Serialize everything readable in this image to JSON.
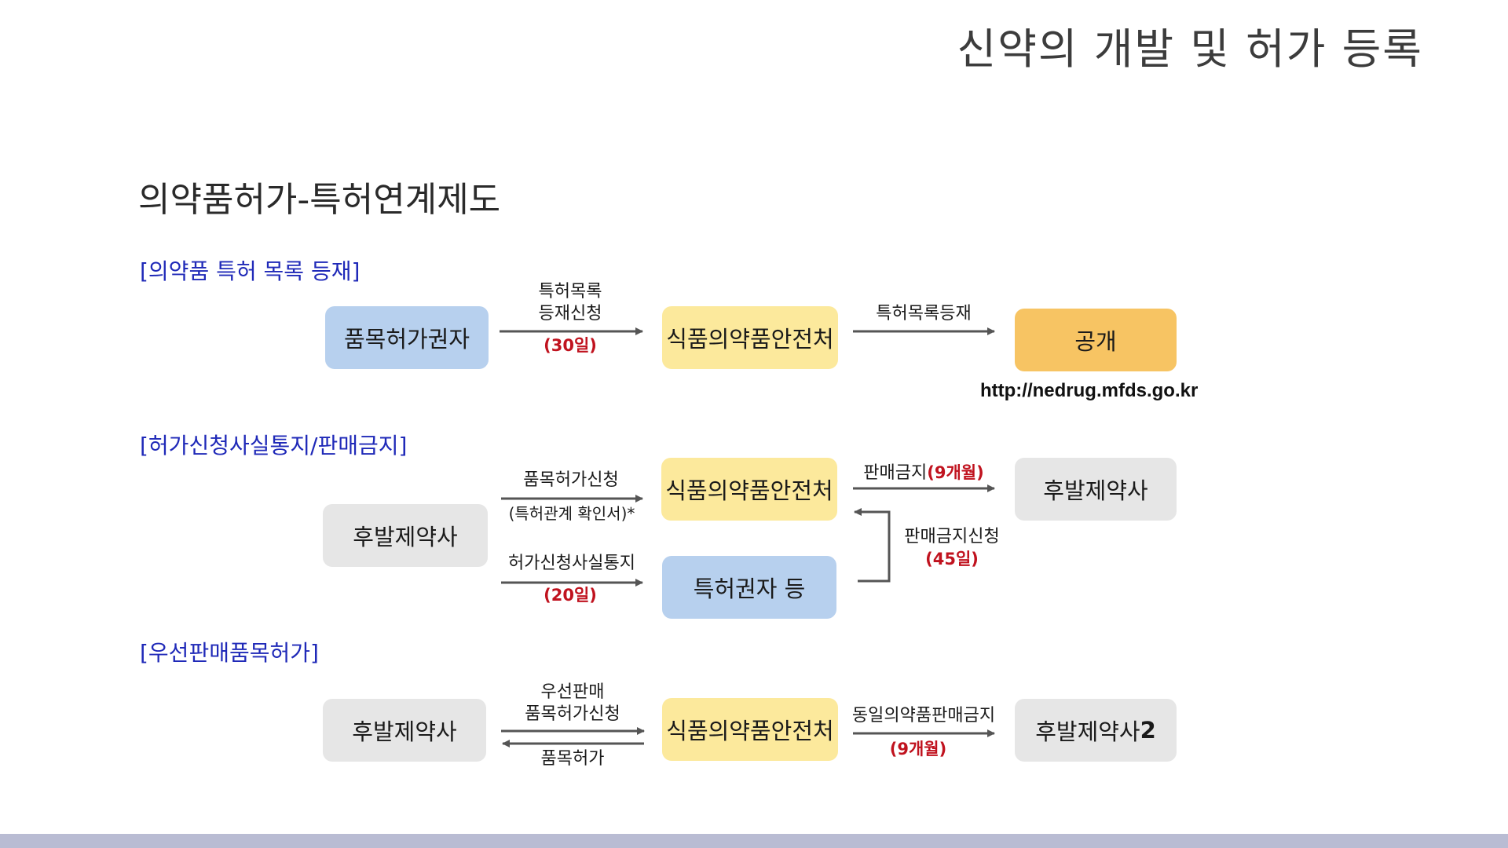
{
  "header": {
    "title": "신약의 개발 및 허가 등록"
  },
  "slide": {
    "title": "의약품허가-특허연계제도"
  },
  "section1": {
    "label": "[의약품 특허 목록 등재]",
    "box_holder": "품목허가권자",
    "box_mfds": "식품의약품안전처",
    "box_public": "공개",
    "arrow1_line1": "특허목록",
    "arrow1_line2": "등재신청",
    "arrow1_days": "(30일)",
    "arrow2_label": "특허목록등재",
    "url": "http://nedrug.mfds.go.kr"
  },
  "section2": {
    "label": "[허가신청사실통지/판매금지]",
    "box_generic": "후발제약사",
    "box_mfds": "식품의약품안전처",
    "box_patentee": "특허권자 등",
    "box_generic_right": "후발제약사",
    "arrow_apply_label": "품목허가신청",
    "arrow_apply_sub": "(특허관계 확인서)*",
    "arrow_notify_label": "허가신청사실통지",
    "arrow_notify_days": "(20일)",
    "arrow_ban_label": "판매금지",
    "arrow_ban_days": "(9개월)",
    "arrow_ban_request_label": "판매금지신청",
    "arrow_ban_request_days": "(45일)"
  },
  "section3": {
    "label": "[우선판매품목허가]",
    "box_generic": "후발제약사",
    "box_mfds": "식품의약품안전처",
    "box_generic2": "후발제약사",
    "box_generic2_suffix": " 2",
    "arrow_apply_line1": "우선판매",
    "arrow_apply_line2": "품목허가신청",
    "arrow_grant_label": "품목허가",
    "arrow_ban_label": "동일의약품판매금지",
    "arrow_ban_days": "(9개월)"
  },
  "colors": {
    "section_label": "#1f29b8",
    "box_blue": "#b7d0ee",
    "box_yellow": "#fce99c",
    "box_orange": "#f7c463",
    "box_gray": "#e6e6e6",
    "highlight_red": "#c0121e",
    "arrow": "#555555",
    "bottom_bar": "#b9bcd3"
  }
}
